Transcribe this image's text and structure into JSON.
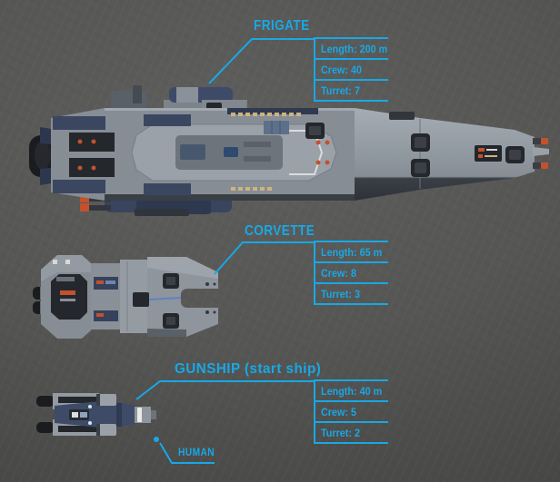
{
  "colors": {
    "accent": "#18a8e6",
    "background": "#545451",
    "hull_gray": "#8b9199",
    "navy_accent": "#3b4760",
    "panel_dark": "#24272c",
    "detail_orange": "#c2512e",
    "light_khaki": "#cdb37f"
  },
  "ships": [
    {
      "name": "frigate",
      "label": "FRIGATE",
      "stats": [
        "Length: 200 m",
        "Crew: 40",
        "Turret: 7"
      ]
    },
    {
      "name": "corvette",
      "label": "CORVETTE",
      "stats": [
        "Length: 65 m",
        "Crew: 8",
        "Turret: 3"
      ]
    },
    {
      "name": "gunship",
      "label": "GUNSHIP (start ship)",
      "stats": [
        "Length: 40 m",
        "Crew: 5",
        "Turret: 2"
      ]
    }
  ],
  "human": {
    "label": "HUMAN"
  }
}
